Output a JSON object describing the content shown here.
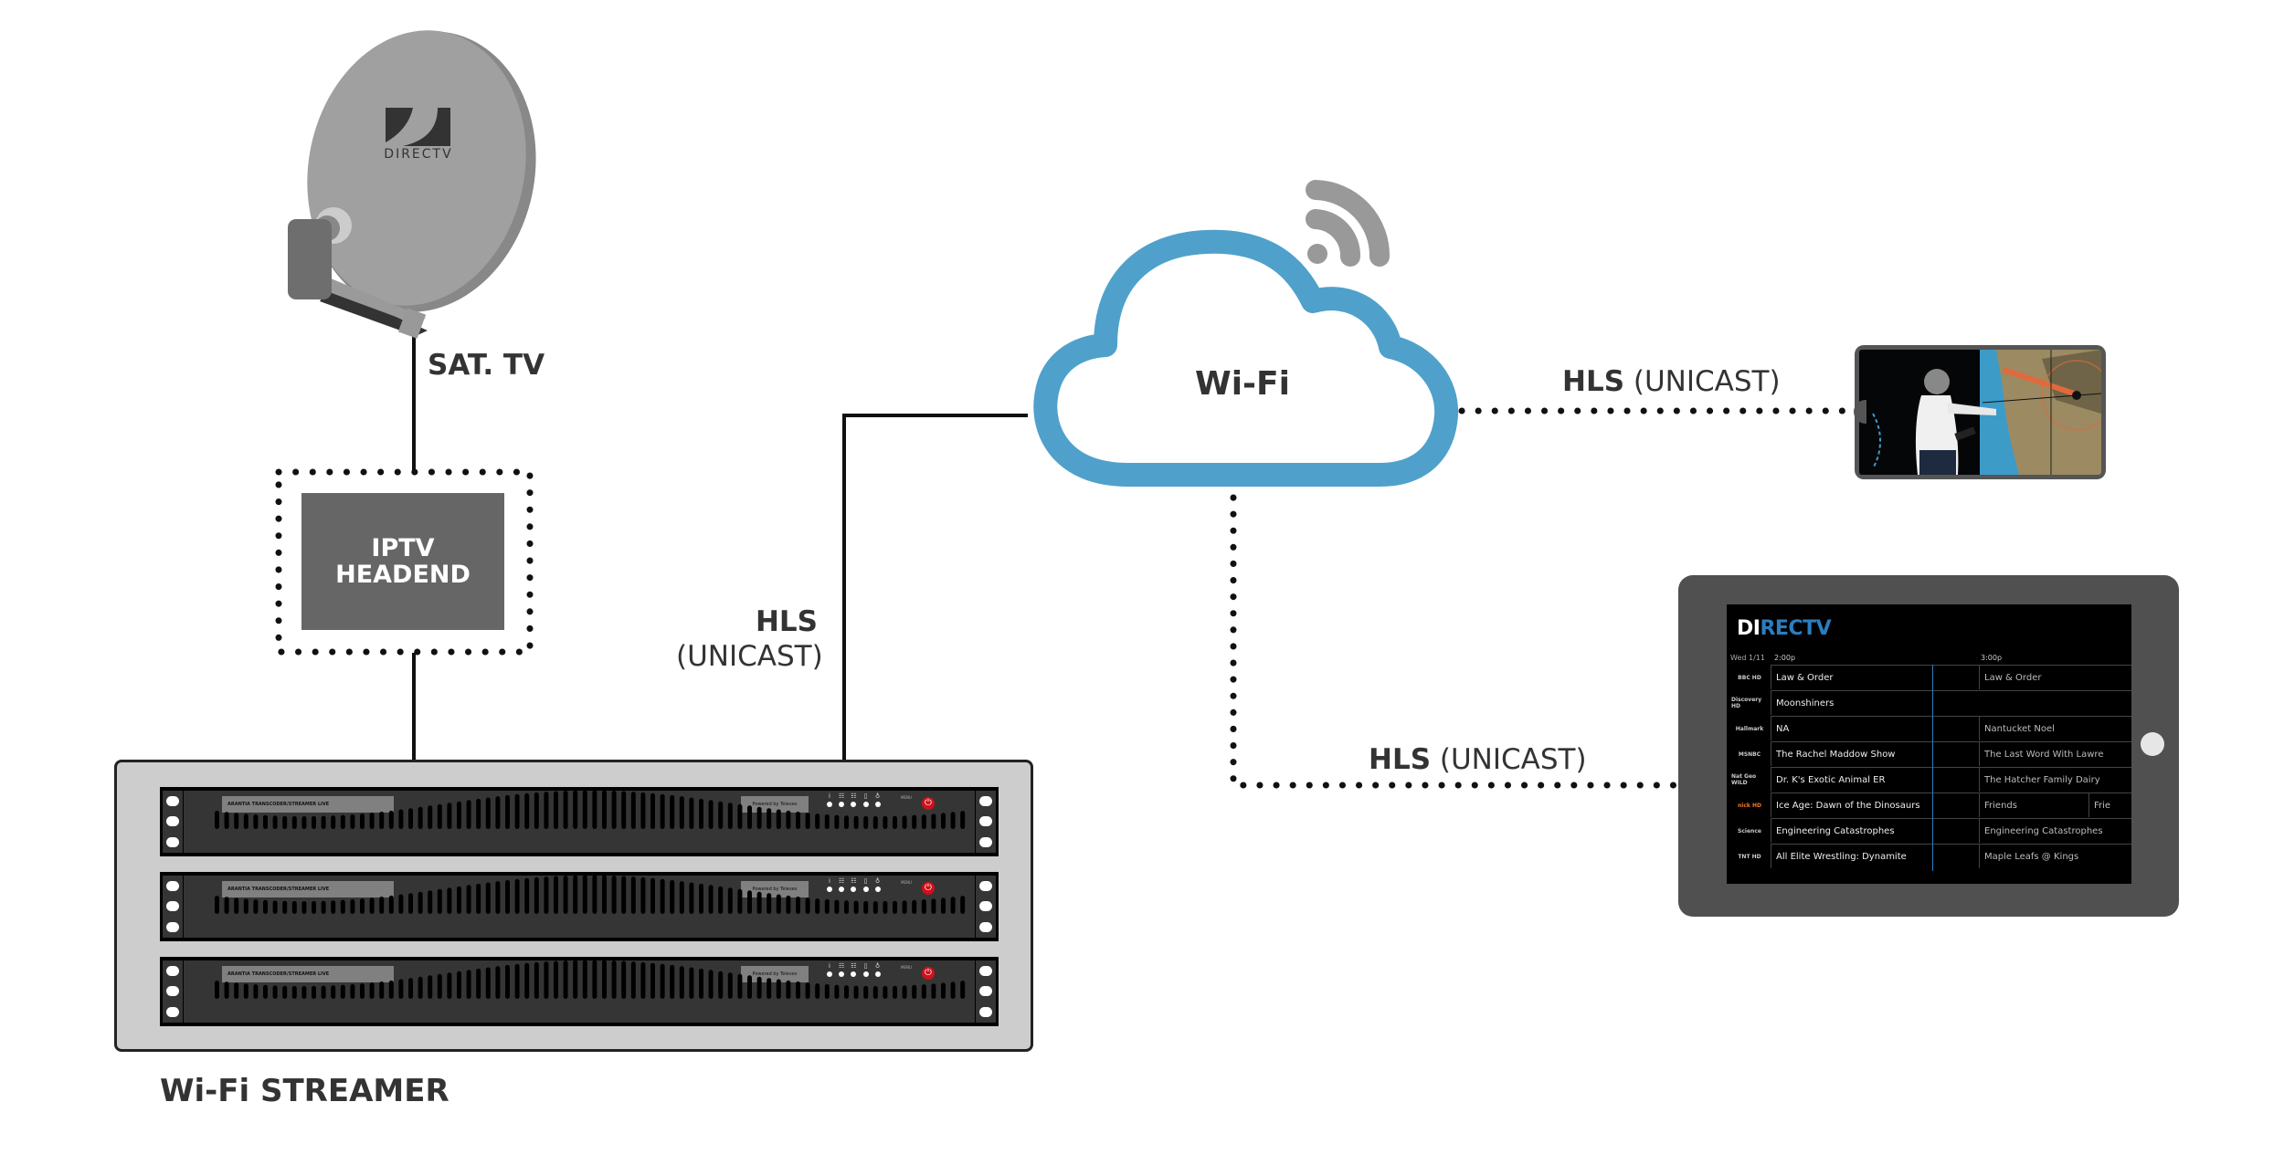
{
  "diagram": {
    "nodes": {
      "satellite_dish": {
        "brand_logo": "DIRECTV",
        "label": "SAT. TV"
      },
      "iptv_headend": {
        "line1": "IPTV",
        "line2": "HEADEND"
      },
      "wifi_streamer": {
        "label": "Wi-Fi STREAMER",
        "unit_count": 3,
        "unit_plate_text": "ARANTIA TRANSCODER/STREAMER LIVE",
        "unit_brand_text": "Powered by Televes",
        "unit_menu_label": "MENU"
      },
      "wifi_cloud": {
        "label": "Wi-Fi"
      },
      "smartphone": {
        "content": "weather presenter video"
      },
      "tablet": {
        "content": "DIRECTV program guide"
      }
    },
    "edges": [
      {
        "from": "satellite_dish",
        "to": "iptv_headend",
        "style": "solid",
        "label": "SAT. TV"
      },
      {
        "from": "iptv_headend",
        "to": "wifi_streamer",
        "style": "solid",
        "label": ""
      },
      {
        "from": "wifi_streamer",
        "to": "wifi_cloud",
        "style": "solid",
        "label_bold": "HLS",
        "label_normal": "(UNICAST)"
      },
      {
        "from": "wifi_cloud",
        "to": "smartphone",
        "style": "dotted",
        "label_bold": "HLS",
        "label_normal": "(UNICAST)"
      },
      {
        "from": "wifi_cloud",
        "to": "tablet",
        "style": "dotted",
        "label_bold": "HLS",
        "label_normal": "(UNICAST)"
      }
    ]
  },
  "colors": {
    "cloud_stroke": "#4fa1cb",
    "wifi_icon": "#999999",
    "headend_fill": "#666666",
    "rack_fill": "#cdcdcd",
    "power_button": "#d0101a",
    "guide_blue": "#2a7ec0"
  },
  "guide": {
    "logo_white": "DI",
    "logo_blue": "RECTV",
    "date": "Wed 1/11",
    "time_slots": [
      "2:00p",
      "3:00p"
    ],
    "rows": [
      {
        "channel": "BBC HD",
        "now": "Law & Order",
        "next": "Law & Order",
        "next2": ""
      },
      {
        "channel": "Discovery HD",
        "now": "Moonshiners",
        "next": "",
        "next2": ""
      },
      {
        "channel": "Hallmark",
        "now": "NA",
        "next": "Nantucket Noel",
        "next2": ""
      },
      {
        "channel": "MSNBC",
        "now": "The Rachel Maddow Show",
        "next": "The Last Word With Lawre",
        "next2": ""
      },
      {
        "channel": "Nat Geo WILD",
        "now": "Dr. K's Exotic Animal ER",
        "next": "The Hatcher Family Dairy",
        "next2": ""
      },
      {
        "channel": "nick HD",
        "now": "Ice Age: Dawn of the Dinosaurs",
        "next": "Friends",
        "next2": "Frie"
      },
      {
        "channel": "Science",
        "now": "Engineering Catastrophes",
        "next": "Engineering Catastrophes",
        "next2": ""
      },
      {
        "channel": "TNT HD",
        "now": "All Elite Wrestling: Dynamite",
        "next": "Maple Leafs @ Kings",
        "next2": ""
      }
    ]
  }
}
